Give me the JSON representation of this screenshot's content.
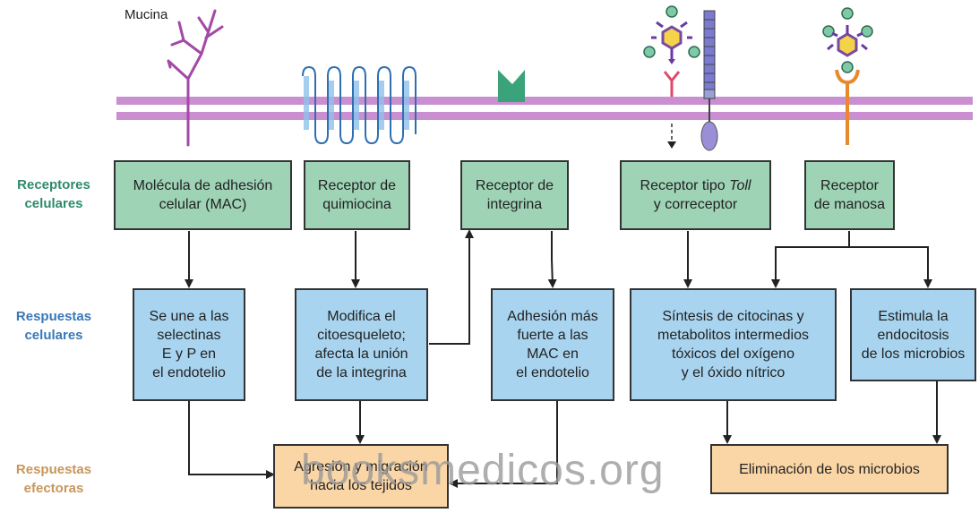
{
  "top_label": "Mucina",
  "row_labels": {
    "receptors": "Receptores\ncelulares",
    "cellular": "Respuestas\ncelulares",
    "effector": "Respuestas\nefectoras"
  },
  "colors": {
    "receptors_label": "#2e8b6a",
    "cellular_label": "#3a78b8",
    "effector_label": "#c8965a",
    "membrane": "#c98fd0",
    "receptor_box": "#9ed3b6",
    "response_box": "#a9d4ef",
    "effector_box": "#fad6a6"
  },
  "receptors": [
    {
      "text": "Molécula de adhesión\ncelular (MAC)"
    },
    {
      "text": "Receptor de\nquimiocina"
    },
    {
      "text": "Receptor de\nintegrina"
    },
    {
      "text_before": "Receptor tipo ",
      "text_italic": "Toll",
      "text_after": "\ny correceptor"
    },
    {
      "text": "Receptor\nde manosa"
    }
  ],
  "responses": [
    {
      "text": "Se une a las\nselectinas\nE y P en\nel endotelio"
    },
    {
      "text": "Modifica el\ncitoesqueleto;\nafecta la unión\nde la integrina"
    },
    {
      "text": "Adhesión más\nfuerte a las\nMAC en\nel endotelio"
    },
    {
      "text": "Síntesis de citocinas y\nmetabolitos intermedios\ntóxicos del oxígeno\ny el óxido nítrico"
    },
    {
      "text": "Estimula la\nendocitosis\nde los microbios"
    }
  ],
  "effectors": [
    {
      "text": "Agresión y migración\nhacia los tejidos"
    },
    {
      "text": "Eliminación de los microbios"
    }
  ],
  "watermark": "booksmedicos.org"
}
